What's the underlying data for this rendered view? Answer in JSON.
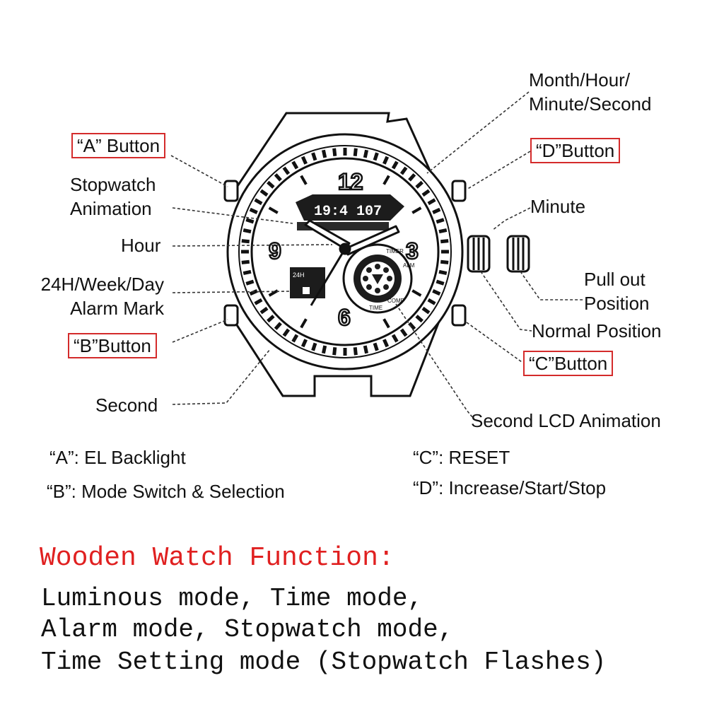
{
  "callouts": {
    "a_button": "“A” Button",
    "stopwatch_animation": [
      "Stopwatch",
      "Animation"
    ],
    "hour": "Hour",
    "alarm_mark": [
      "24H/Week/Day",
      "Alarm Mark"
    ],
    "b_button": "“B”Button",
    "second": "Second",
    "month_hour": [
      "Month/Hour/",
      "Minute/Second"
    ],
    "d_button": "“D”Button",
    "minute": "Minute",
    "pull_out": [
      "Pull out",
      "Position"
    ],
    "normal_position": "Normal Position",
    "c_button": "“C”Button",
    "second_lcd": "Second LCD Animation"
  },
  "legend": {
    "a": "“A”: EL Backlight",
    "b": "“B”: Mode Switch & Selection",
    "c": "“C”: RESET",
    "d": "“D”: Increase/Start/Stop"
  },
  "dial": {
    "numerals": [
      "12",
      "3",
      "6",
      "9"
    ],
    "lcd_top": "19:4 107",
    "lcd_left": "24H",
    "subdial_labels": [
      "TIMER",
      "ALM",
      "COMP",
      "TIME"
    ]
  },
  "functions": {
    "title": "Wooden Watch Function:",
    "lines": [
      "Luminous mode, Time mode,",
      "Alarm mode, Stopwatch mode,",
      "Time Setting mode (Stopwatch Flashes)"
    ]
  },
  "colors": {
    "box_border": "#d42b2b",
    "title": "#e02020",
    "ink": "#111111"
  }
}
